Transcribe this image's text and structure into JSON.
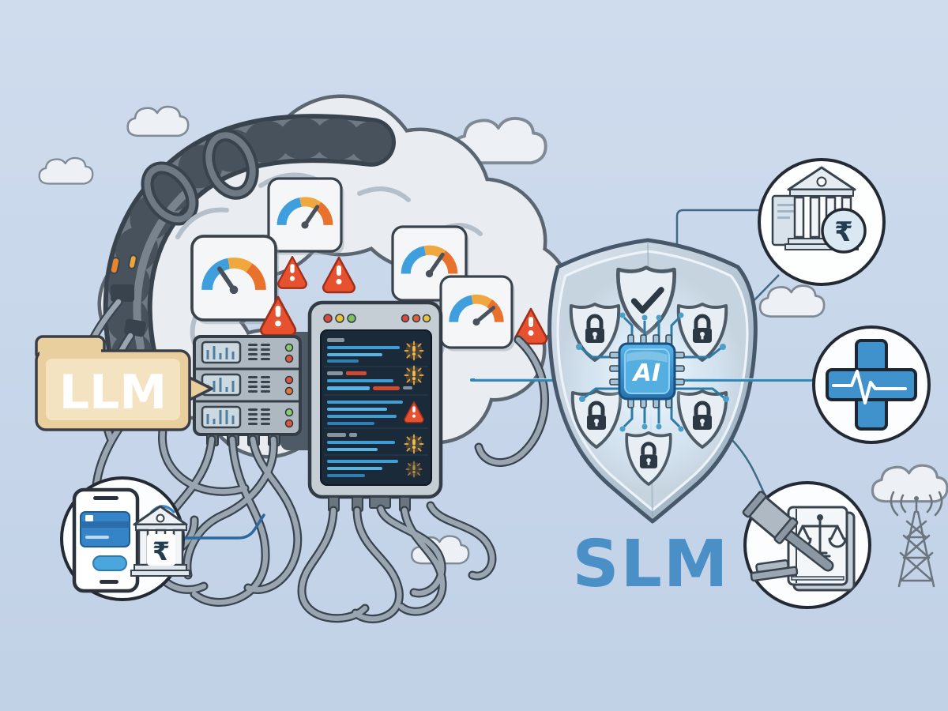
{
  "scene": {
    "description": "Cartoon illustration comparing a tangled, alert-ridden LLM cloud system with a compact secure SLM shield serving banking, healthcare and legal sectors"
  },
  "labels": {
    "llm": "LLM",
    "slm": "SLM",
    "ai": "AI",
    "rupee": "₹"
  },
  "colors": {
    "background": "#c8d6e9",
    "llm_tag": "#e9cf9e",
    "slm_text": "#4a90c6",
    "ai_chip": "#3f9ede",
    "warning_red": "#e8512f",
    "gauge_blue": "#3f9edd",
    "gauge_orange": "#e8732c",
    "medical_blue": "#3f92cc",
    "terminal_screen": "#1b2a39",
    "log_line_blue": "#4fa8d8",
    "cable_grey": "#99a5b0",
    "shield_steel": "#b9c8d6"
  },
  "icons": {
    "cloud": "puffy outline cloud",
    "gauge": "speedometer dial, needle in orange zone",
    "warning_triangle": "red ⚠ with white !",
    "server_rack": "3-unit rack with LEDs",
    "terminal_log": "dark console with log lines and alert lamps",
    "alert_lamp": "orange glowing ! lamp",
    "shield": "large steel shield",
    "lock_shield": "small shield with padlock",
    "check_shield": "small shield with ✓",
    "ai_chip": "blue microchip with pins",
    "circuit_trace": "lines with node dots",
    "bank": "classical bank building with ₹ coin and document",
    "medical_cross": "blue cross with ECG line",
    "legal": "gavel, sound block and law book with scales",
    "mobile_banking": "smartphone with credit card, wifi and ₹ bank",
    "radio_tower": "lattice antenna tower under a cloud"
  }
}
